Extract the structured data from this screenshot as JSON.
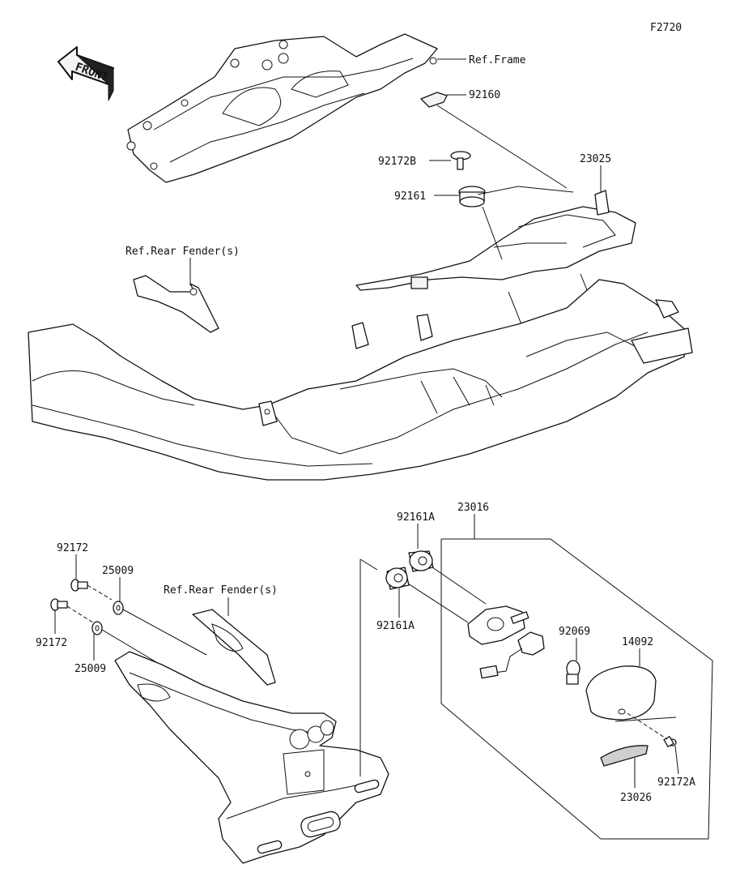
{
  "figure_code": "F2720",
  "front_arrow": {
    "label": "FRONT",
    "icon": "front-direction-arrow-icon"
  },
  "labels": {
    "ref_frame": "Ref.Frame",
    "p92160": "92160",
    "p92172B": "92172B",
    "p23025": "23025",
    "p92161": "92161",
    "ref_rear_fender_top": "Ref.Rear Fender(s)",
    "p92172_top": "92172",
    "p25009_top": "25009",
    "ref_rear_fender_bottom": "Ref.Rear Fender(s)",
    "p92172_bottom": "92172",
    "p25009_bottom": "25009",
    "p92161A_top": "92161A",
    "p23016": "23016",
    "p92161A_bottom": "92161A",
    "p92069": "92069",
    "p14092": "14092",
    "p92172A": "92172A",
    "p23026": "23026"
  }
}
